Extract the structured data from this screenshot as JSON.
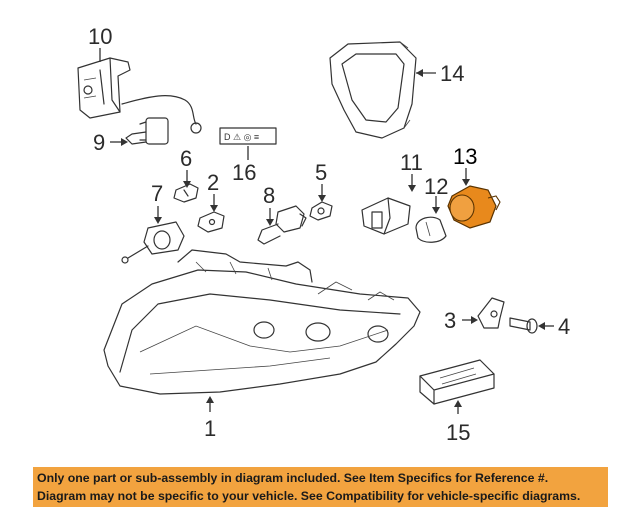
{
  "diagram": {
    "highlight_color": "#e8891c",
    "highlighted_part": "13",
    "callouts": {
      "c1": "1",
      "c2": "2",
      "c3": "3",
      "c4": "4",
      "c5": "5",
      "c6": "6",
      "c7": "7",
      "c8": "8",
      "c9": "9",
      "c10": "10",
      "c11": "11",
      "c12": "12",
      "c13": "13",
      "c14": "14",
      "c15": "15",
      "c16": "16"
    }
  },
  "notice": {
    "line1": "Only one part or sub-assembly in diagram included. See Item Specifics for Reference #.",
    "line2": "Diagram may not be specific to your vehicle. See Compatibility for vehicle-specific diagrams.",
    "background_color": "#f2a33f"
  }
}
